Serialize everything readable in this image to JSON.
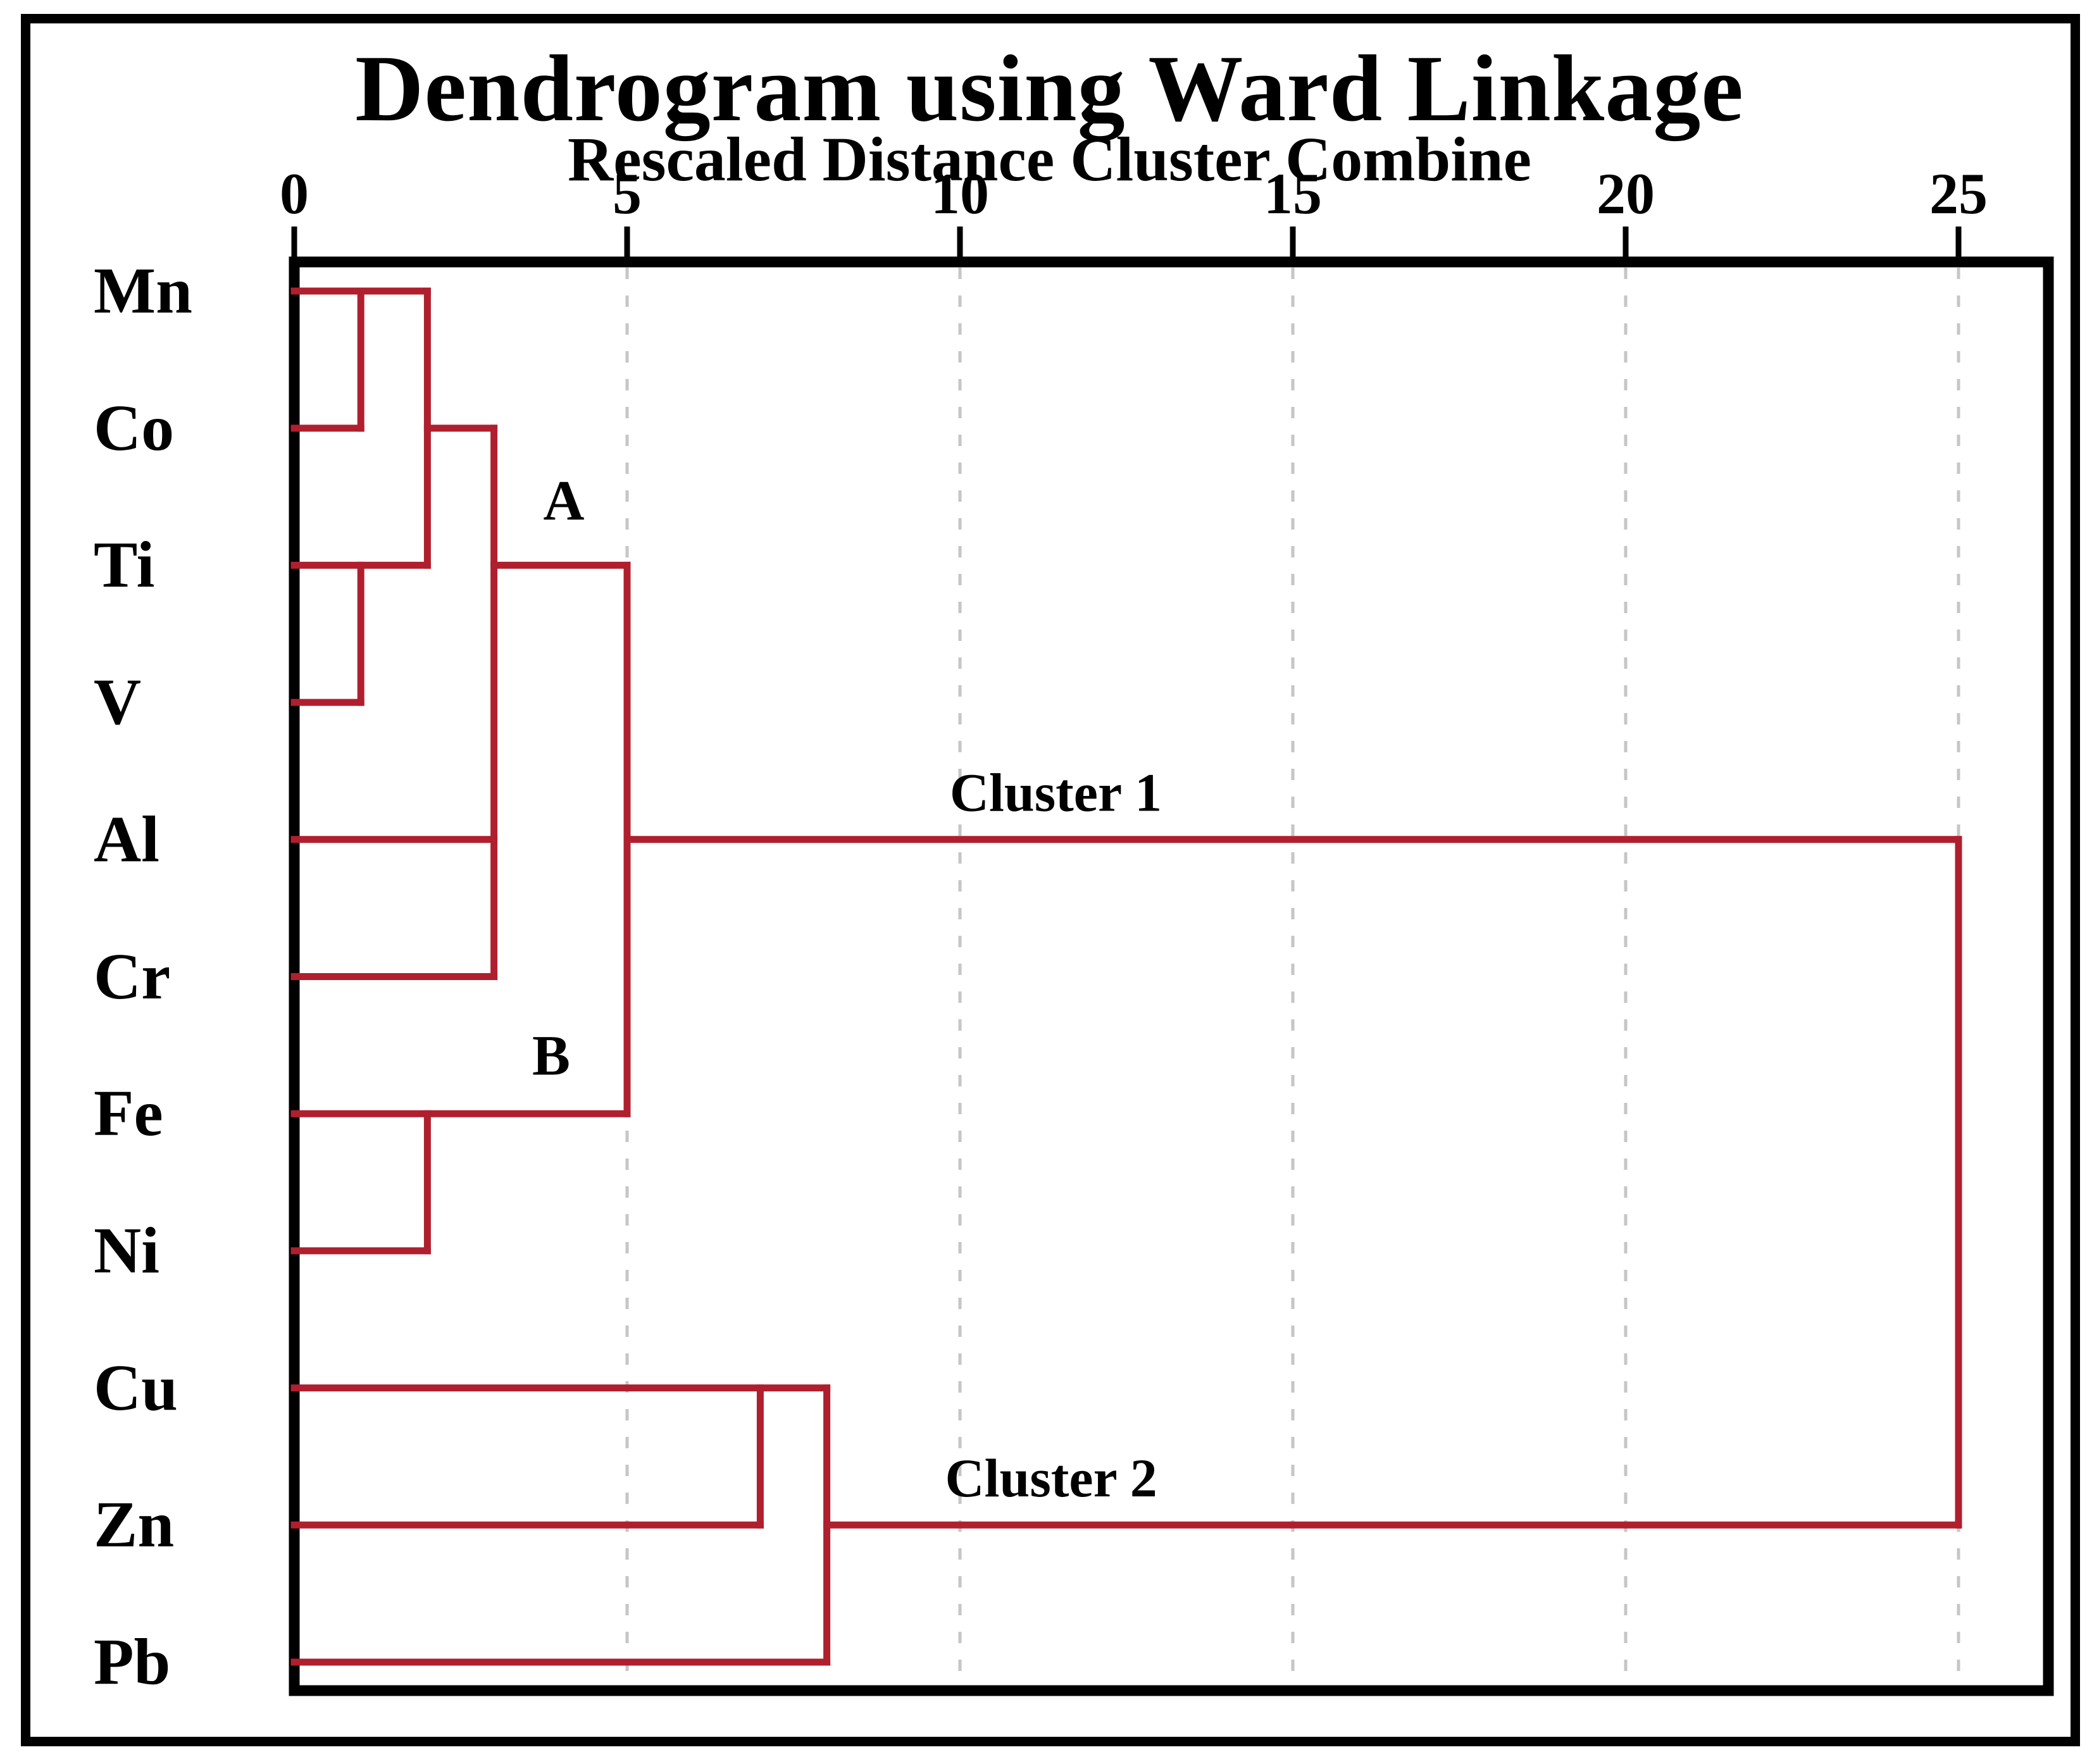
{
  "title": "Dendrogram using Ward Linkage",
  "subtitle": "Rescaled Distance Cluster Combine",
  "colors": {
    "link": "#B01F2E",
    "frame": "#000000",
    "grid": "#C6C6C6",
    "text": "#000000",
    "background": "#FFFFFF"
  },
  "chart_data": {
    "type": "dendrogram",
    "orientation": "leaves-left-root-right",
    "title": "Dendrogram using Ward Linkage",
    "axis_label": "Rescaled Distance Cluster Combine",
    "axis": {
      "position": "top",
      "ticks": [
        0,
        5,
        10,
        15,
        20,
        25
      ],
      "range": [
        0,
        25
      ],
      "gridlines": "dashed-vertical-at-ticks-5-to-25"
    },
    "leaves": [
      "Mn",
      "Co",
      "Ti",
      "V",
      "Al",
      "Cr",
      "Fe",
      "Ni",
      "Cu",
      "Zn",
      "Pb"
    ],
    "merges": [
      {
        "members": [
          "Mn",
          "Co"
        ],
        "distance": 1
      },
      {
        "members": [
          "Ti",
          "V"
        ],
        "distance": 1
      },
      {
        "members": [
          "Mn-Co",
          "Ti-V"
        ],
        "distance": 2
      },
      {
        "members": [
          "Fe",
          "Ni"
        ],
        "distance": 2,
        "label": "B"
      },
      {
        "members": [
          "Mn-Co-Ti-V",
          "Al",
          "Cr"
        ],
        "distance": 3,
        "label": "A"
      },
      {
        "members": [
          "A",
          "B"
        ],
        "distance": 5,
        "label": "Cluster 1"
      },
      {
        "members": [
          "Cu",
          "Zn"
        ],
        "distance": 7
      },
      {
        "members": [
          "Cu-Zn",
          "Pb"
        ],
        "distance": 8,
        "label": "Cluster 2"
      },
      {
        "members": [
          "Cluster 1",
          "Cluster 2"
        ],
        "distance": 25
      }
    ],
    "segments": [
      [
        0,
        0,
        2,
        0
      ],
      [
        0,
        1,
        1,
        1
      ],
      [
        1,
        0,
        1,
        1
      ],
      [
        0,
        2,
        2,
        2
      ],
      [
        0,
        3,
        1,
        3
      ],
      [
        1,
        2,
        1,
        3
      ],
      [
        2,
        0,
        2,
        2
      ],
      [
        2,
        1,
        3,
        1
      ],
      [
        0,
        4,
        3,
        4
      ],
      [
        0,
        5,
        3,
        5
      ],
      [
        3,
        1,
        3,
        5
      ],
      [
        3,
        2,
        5,
        2
      ],
      [
        0,
        6,
        5,
        6
      ],
      [
        0,
        7,
        2,
        7
      ],
      [
        2,
        6,
        2,
        7
      ],
      [
        5,
        2,
        5,
        6
      ],
      [
        5,
        4,
        25,
        4
      ],
      [
        0,
        8,
        8,
        8
      ],
      [
        0,
        9,
        7,
        9
      ],
      [
        7,
        8,
        7,
        9
      ],
      [
        0,
        10,
        8,
        10
      ],
      [
        8,
        8,
        8,
        10
      ],
      [
        8,
        9,
        25,
        9
      ],
      [
        25,
        4,
        25,
        9
      ]
    ],
    "annotations": [
      {
        "text": "A",
        "d": 4.05,
        "row": 1.57
      },
      {
        "text": "B",
        "d": 3.86,
        "row": 5.62
      },
      {
        "text": "Cluster 1",
        "d": 11.44,
        "row": 3.7
      },
      {
        "text": "Cluster 2",
        "d": 11.37,
        "row": 8.7
      }
    ]
  }
}
